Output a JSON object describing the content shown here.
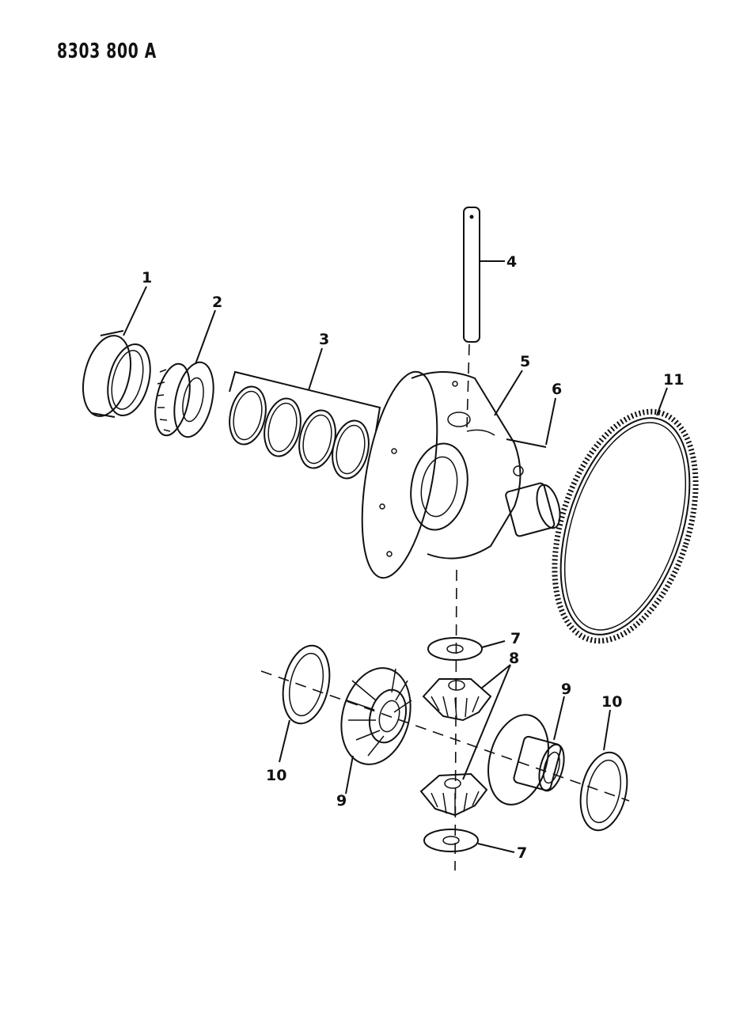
{
  "figure_code": "8303 800 A",
  "callouts": [
    "1",
    "2",
    "3",
    "4",
    "5",
    "6",
    "7",
    "7",
    "8",
    "9",
    "9",
    "10",
    "10",
    "11"
  ]
}
